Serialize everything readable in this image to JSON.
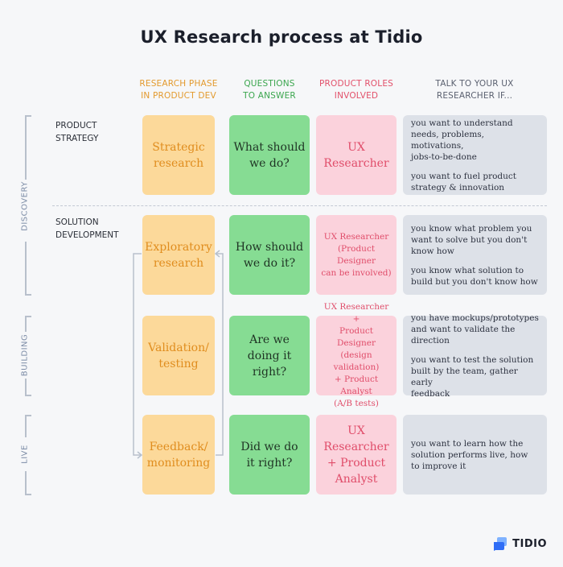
{
  "title": "UX Research process at Tidio",
  "headers": {
    "phase": [
      "RESEARCH PHASE",
      "IN PRODUCT DEV"
    ],
    "questions": [
      "QUESTIONS",
      "TO ANSWER"
    ],
    "roles": [
      "PRODUCT ROLES",
      "INVOLVED"
    ],
    "talk": [
      "TALK TO YOUR UX",
      "RESEARCHER IF..."
    ]
  },
  "stages": [
    "DISCOVERY",
    "BUILDING",
    "LIVE"
  ],
  "row_labels": {
    "product_strategy": [
      "PRODUCT",
      "STRATEGY"
    ],
    "solution_development": [
      "SOLUTION",
      "DEVELOPMENT"
    ]
  },
  "rows": [
    {
      "phase": [
        "Strategic",
        "research"
      ],
      "question": [
        "What should",
        "we do?"
      ],
      "roles": [
        "UX",
        "Researcher"
      ],
      "talk": [
        [
          "you want to understand",
          "needs, problems, motivations,",
          "jobs-to-be-done"
        ],
        [
          "you want to fuel product",
          "strategy & innovation"
        ]
      ]
    },
    {
      "phase": [
        "Exploratory",
        "research"
      ],
      "question": [
        "How should",
        "we do it?"
      ],
      "roles": [
        "UX Researcher",
        "(Product Designer",
        "can be involved)"
      ],
      "talk": [
        [
          "you know what problem you",
          "want to solve but you don't",
          "know how"
        ],
        [
          "you know what solution to",
          "build but you don't know how"
        ]
      ]
    },
    {
      "phase": [
        "Validation/",
        "testing"
      ],
      "question": [
        "Are we",
        "doing it",
        "right?"
      ],
      "roles": [
        "UX Researcher +",
        "Product Designer",
        "(design validation)",
        "+ Product Analyst",
        "(A/B tests)"
      ],
      "talk": [
        [
          "you have mockups/prototypes",
          "and want to validate the direction"
        ],
        [
          "you want to test the solution",
          "built by the team, gather early",
          "feedback"
        ]
      ]
    },
    {
      "phase": [
        "Feedback/",
        "monitoring"
      ],
      "question": [
        "Did we do",
        "it right?"
      ],
      "roles": [
        "UX",
        "Researcher",
        "+ Product",
        "Analyst"
      ],
      "talk": [
        [
          "you want to learn how the",
          "solution performs live, how",
          "to improve it"
        ]
      ]
    }
  ],
  "brand": "TIDIO",
  "colors": {
    "phase_bg": "#fcd99a",
    "phase_text": "#e08d1e",
    "question_bg": "#86dc93",
    "roles_bg": "#fbd2dc",
    "roles_text": "#e04d6a",
    "talk_bg": "#dde1e8",
    "accent_blue": "#2f6df6"
  }
}
